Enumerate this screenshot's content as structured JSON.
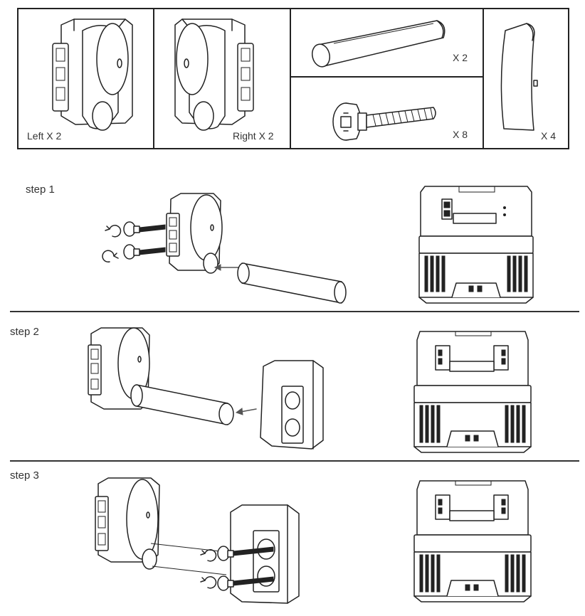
{
  "parts": {
    "left_label": "Left X 2",
    "right_label": "Right X 2",
    "tube_label": "X 2",
    "screw_label": "X 8",
    "cover_label": "X 4"
  },
  "steps": [
    {
      "title": "step 1"
    },
    {
      "title": "step 2"
    },
    {
      "title": "step 3"
    }
  ]
}
